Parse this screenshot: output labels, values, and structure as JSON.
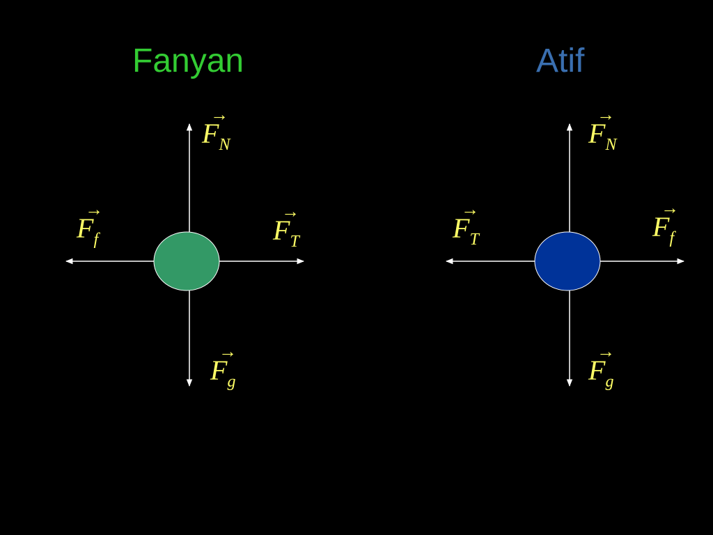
{
  "colors": {
    "background": "#000000",
    "arrow": "#ffffff",
    "label": "#ffff66",
    "left_title": "#33cc33",
    "right_title": "#3a6fb0",
    "left_body": "#339966",
    "right_body": "#003399",
    "body_outline": "#ffffff"
  },
  "left": {
    "title": "Fanyan",
    "labels": {
      "up": {
        "symbol": "F",
        "sub": "N",
        "mark": "→"
      },
      "left": {
        "symbol": "F",
        "sub": "f",
        "mark": "→"
      },
      "right": {
        "symbol": "F",
        "sub": "T",
        "mark": "→"
      },
      "down": {
        "symbol": "F",
        "sub": "g",
        "mark": "→"
      }
    }
  },
  "right": {
    "title": "Atif",
    "labels": {
      "up": {
        "symbol": "F",
        "sub": "N",
        "mark": "→"
      },
      "left": {
        "symbol": "F",
        "sub": "T",
        "mark": "→"
      },
      "right": {
        "symbol": "F",
        "sub": "f",
        "mark": "→"
      },
      "down": {
        "symbol": "F",
        "sub": "g",
        "mark": "→"
      }
    }
  }
}
